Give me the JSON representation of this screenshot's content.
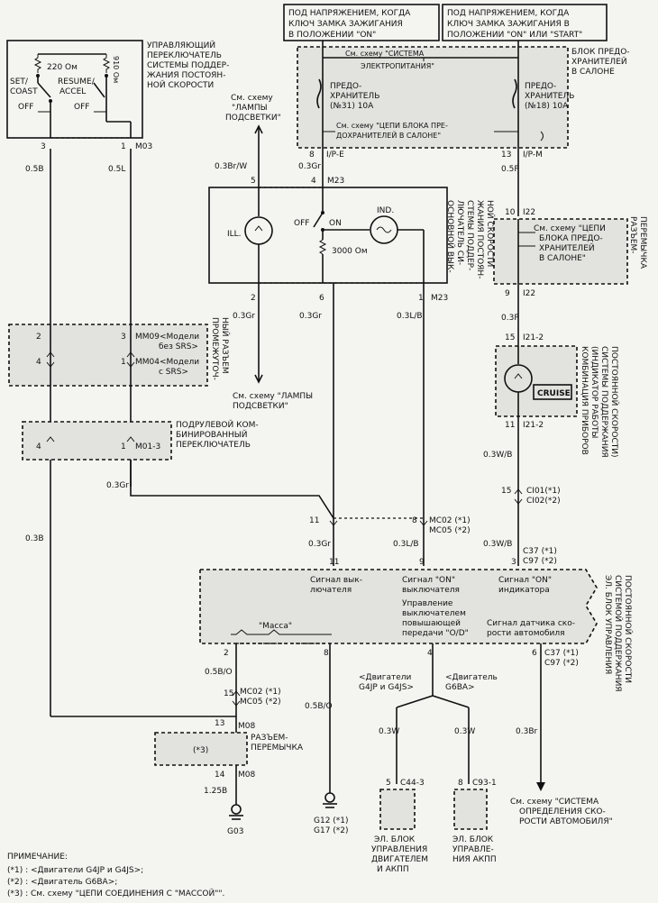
{
  "top_labels": {
    "on_label_1": "ПОД НАПРЯЖЕНИЕМ, КОГДА",
    "on_label_2": "КЛЮЧ ЗАМКА ЗАЖИГАНИЯ",
    "on_label_3": "В ПОЛОЖЕНИИ \"ON\"",
    "start_label_1": "ПОД НАПРЯЖЕНИЕМ, КОГДА",
    "start_label_2": "КЛЮЧ ЗАМКА ЗАЖИГАНИЯ В",
    "start_label_3": "ПОЛОЖЕНИИ \"ON\" ИЛИ \"START\""
  },
  "fuse_block": {
    "title_1": "БЛОК ПРЕДО-",
    "title_2": "ХРАНИТЕЛЕЙ",
    "title_3": "В САЛОНЕ",
    "ref_1": "См. схему \"СИСТЕМА",
    "ref_2": "ЭЛЕКТРОПИТАНИЯ\"",
    "fuse31_1": "ПРЕДО-",
    "fuse31_2": "ХРАНИТЕЛЬ",
    "fuse31_3": "(№31) 10А",
    "fuse18_1": "ПРЕДО-",
    "fuse18_2": "ХРАНИТЕЛЬ",
    "fuse18_3": "(№18) 10А",
    "ref_circuits_1": "См. схему \"ЦЕПИ БЛОКА ПРЕ-",
    "ref_circuits_2": "ДОХРАНИТЕЛЕЙ В САЛОНЕ\""
  },
  "control_switch": {
    "title_1": "УПРАВЛЯЮЩИЙ",
    "title_2": "ПЕРЕКЛЮЧАТЕЛЬ",
    "title_3": "СИСТЕМЫ ПОДДЕР-",
    "title_4": "ЖАНИЯ ПОСТОЯН-",
    "title_5": "НОЙ СКОРОСТИ",
    "r1": "220 Ом",
    "r2": "910 Ом",
    "set_1": "SET/",
    "set_2": "COAST",
    "resume_1": "RESUME/",
    "resume_2": "ACCEL",
    "off_1": "OFF",
    "off_2": "OFF",
    "pin3": "3",
    "pin1": "1",
    "conn": "M03"
  },
  "lamps_ref_top_1": "См. схему",
  "lamps_ref_top_2": "\"ЛАМПЫ",
  "lamps_ref_top_3": "ПОДСВЕТКИ\"",
  "main_switch": {
    "title_1": "ОСНОВНОЙ ВЫК-",
    "title_2": "ЛЮЧАТЕЛЬ СИ-",
    "title_3": "СТЕМЫ ПОДДЕР-",
    "title_4": "ЖАНИЯ ПОСТОЯН-",
    "title_5": "НОЙ СКОРОСТИ",
    "ill": "ILL.",
    "ind": "IND.",
    "off": "OFF",
    "on": "ON",
    "resistor": "3000 Ом",
    "conn": "M23",
    "pin5": "5",
    "pin4": "4",
    "pin2": "2",
    "pin6": "6",
    "pin1": "1",
    "conn_bottom": "M23"
  },
  "wires": {
    "w05b": "0.5B",
    "w05l": "0.5L",
    "w03brw": "0.3Br/W",
    "w03gr_a": "0.3Gr",
    "w03gr_b": "0.3Gr",
    "w03lb": "0.3L/B",
    "w03p_a": "0.5P",
    "w03p_b": "0.3P",
    "w03wb": "0.3W/B",
    "w03gr_c": "0.3Gr",
    "w03b": "0.3B",
    "w03gr_d": "0.3Gr",
    "w03lb_b": "0.3L/B",
    "w03wb_b": "0.3W/B",
    "w05bo_a": "0.5B/O",
    "w05bo_b": "0.5B/O",
    "w125b": "1.25B",
    "w03br": "0.3Br",
    "w03w_a": "0.3W",
    "w03w_b": "0.3W"
  },
  "pins_top": {
    "ipe_pin": "8",
    "ipe": "I/P-E",
    "ipm_pin": "13",
    "ipm": "I/P-M"
  },
  "joint_connector": {
    "title_1": "РАЗЪЕМ-",
    "title_2": "ПЕРЕМЫЧКА",
    "pin10": "10",
    "conn_top": "I22",
    "ref_1": "См. схему \"ЦЕПИ",
    "ref_2": "БЛОКА ПРЕДО-",
    "ref_3": "ХРАНИТЕЛЕЙ",
    "ref_4": "В САЛОНЕ\"",
    "pin9": "9",
    "conn_bottom": "I22"
  },
  "cluster": {
    "title_1": "КОМБИНАЦИЯ ПРИБОРОВ",
    "title_2": "(ИНДИКАТОР РАБОТЫ",
    "title_3": "СИСТЕМЫ ПОДДЕРЖАНИЯ",
    "title_4": "ПОСТОЯННОЙ СКОРОСТИ)",
    "pin15": "15",
    "conn_top": "I21-2",
    "cruise": "CRUISE",
    "pin11": "11",
    "conn_bottom": "I21-2"
  },
  "intermediate": {
    "title_1": "ПРОМЕЖУТОЧ-",
    "title_2": "НЫЙ РАЗЪЕМ",
    "pin2": "2",
    "pin3": "3",
    "pin4": "4",
    "pin1": "1",
    "mm09": "MM09<Модели",
    "mm09b": "без SRS>",
    "mm04": "MM04<Модели",
    "mm04b": "с SRS>"
  },
  "lamps_ref_mid_1": "См. схему \"ЛАМПЫ",
  "lamps_ref_mid_2": "ПОДСВЕТКИ\"",
  "multi_switch": {
    "title_1": "ПОДРУЛЕВОЙ КОМ-",
    "title_2": "БИНИРОВАННЫЙ",
    "title_3": "ПЕРЕКЛЮЧАТЕЛЬ",
    "pin4": "4",
    "pin1": "1",
    "conn": "M01-3"
  },
  "ci": {
    "pin15": "15",
    "c1": "CI01(*1)",
    "c2": "CI02(*2)"
  },
  "mc_top": {
    "pin11": "11",
    "pin8": "8",
    "c1": "MC02 (*1)",
    "c2": "MC05 (*2)"
  },
  "ecu": {
    "pin11": "11",
    "pin9": "9",
    "pin3": "3",
    "c37": "C37 (*1)",
    "c97": "C97 (*2)",
    "sig_switch_1": "Сигнал вык-",
    "sig_switch_2": "лючателя",
    "sig_on_1": "Сигнал \"ON\"",
    "sig_on_2": "выключателя",
    "od_1": "Управление",
    "od_2": "выключателем",
    "od_3": "повышающей",
    "od_4": "передачи \"O/D\"",
    "ind_1": "Сигнал \"ON\"",
    "ind_2": "индикатора",
    "speed_1": "Сигнал датчика ско-",
    "speed_2": "рости автомобиля",
    "mass": "\"Масса\"",
    "title_1": "ЭЛ. БЛОК УПРАВЛЕНИЯ",
    "title_2": "СИСТЕМОЙ ПОДДЕРЖАНИЯ",
    "title_3": "ПОСТОЯННОЙ СКОРОСТИ",
    "pin2": "2",
    "pin8": "8",
    "pin4": "4",
    "pin6": "6",
    "c37b": "C37 (*1)",
    "c97b": "C97 (*2)"
  },
  "mc_bottom": {
    "pin15": "15",
    "c1": "MC02 (*1)",
    "c2": "MC05 (*2)"
  },
  "m08": {
    "pin13": "13",
    "conn_top": "M08",
    "title_1": "РАЗЪЕМ-",
    "title_2": "ПЕРЕМЫЧКА",
    "note": "(*3)",
    "pin14": "14",
    "conn_bottom": "M08"
  },
  "grounds": {
    "g03": "G03",
    "g12": "G12 (*1)",
    "g17": "G17 (*2)"
  },
  "engines": {
    "e1_1": "<Двигатели",
    "e1_2": "G4JP и G4JS>",
    "e2_1": "<Двигатель",
    "e2_2": "G6BA>"
  },
  "ecm1": {
    "pin5": "5",
    "conn": "C44-3",
    "label_1": "ЭЛ. БЛОК",
    "label_2": "УПРАВЛЕНИЯ",
    "label_3": "ДВИГАТЕЛЕМ",
    "label_4": "И АКПП"
  },
  "ecm2": {
    "pin8": "8",
    "conn": "C93-1",
    "label_1": "ЭЛ. БЛОК",
    "label_2": "УПРАВЛЕ-",
    "label_3": "НИЯ АКПП"
  },
  "speed_ref": {
    "line_1": "См. схему \"СИСТЕМА",
    "line_2": "ОПРЕДЕЛЕНИЯ СКО-",
    "line_3": "РОСТИ АВТОМОБИЛЯ\""
  },
  "notes": {
    "title": "ПРИМЕЧАНИЕ:",
    "n1": "(*1) : <Двигатели G4JP и G4JS>;",
    "n2": "(*2) : <Двигатель G6BA>;",
    "n3": "(*3) : См. схему \"ЦЕПИ СОЕДИНЕНИЯ С \"МАССОЙ\"\"."
  }
}
